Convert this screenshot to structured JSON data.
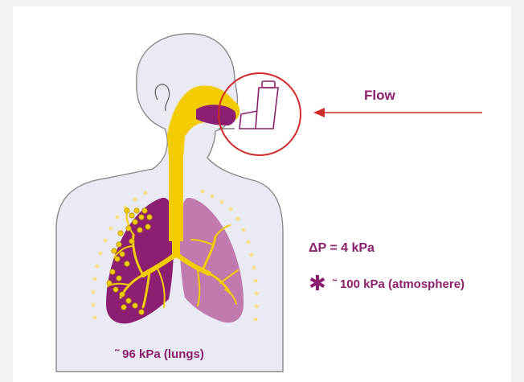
{
  "colors": {
    "plum": "#8a1f6c",
    "airway_yellow": "#f2cc00",
    "left_lung": "#8c1f72",
    "right_lung": "#c17aae",
    "body_fill": "#e9eaf4",
    "body_outline": "#8a8a8a",
    "arrow_red": "#cf2a2a",
    "dots": "#f6e08a"
  },
  "labels": {
    "flow": "Flow",
    "delta_pressure": "ΔP = 4 kPa",
    "atmosphere_marker": "✱",
    "atmosphere": "˜ 100 kPa (atmosphere)",
    "lungs": "˜ 96 kPa (lungs)"
  },
  "icons": {
    "inhaler": "inhaler-icon",
    "flow_arrow": "arrow-left-icon",
    "ear": "ear-icon"
  }
}
